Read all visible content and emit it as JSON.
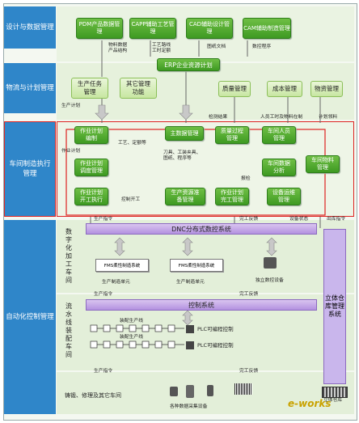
{
  "lanes": {
    "design": "设计与数据管理",
    "logistics": "物流与计划管理",
    "mes": "车间制造执行管理",
    "automation": "自动化控制管理"
  },
  "design": {
    "pdm": "PDM产品数据管理",
    "capp": "CAPP辅助工艺管理",
    "cad": "CAD辅助设计管理",
    "cam": "CAM辅助制造管理",
    "note_bom": "物料数据\n产品结构",
    "note_route": "工艺路线\n工时定额",
    "note_drawing": "图纸文档",
    "note_nc": "数控程序",
    "erp": "ERP企业资源计划"
  },
  "logistics": {
    "task": "生产任务\n管理",
    "other": "其它管理\n功能",
    "quality": "质量管理",
    "cost": "成本管理",
    "material": "物资管理",
    "note_plan": "生产计划",
    "note_check": "检测结果",
    "note_labor": "人员工时及物料在制",
    "note_reqs": "计划领料"
  },
  "mes": {
    "plan_prep": "作业计划\n编制",
    "plan_adjust": "作业计划\n调度管理",
    "plan_dispatch": "作业计划\n开工执行",
    "master": "主数据管理",
    "resource": "生产资源准\n备管理",
    "quality_proc": "质量过程\n管理",
    "plan_finish": "作业计划\n完工管理",
    "personnel": "车间人员\n管理",
    "analysis": "车间数据\n分析",
    "equipment": "设备运维\n管理",
    "material": "车间物料\n管理",
    "note_workshop_plan": "作业计划",
    "note_proc": "工艺、定额等",
    "note_tools": "刀具、工装夹具、\n图纸、程序等",
    "note_feedback": "报检",
    "note_start": "控制开工"
  },
  "dnc": {
    "title": "DNC分布式数控系统",
    "vlabel": "数字化加工车间",
    "fms1": "FMS柔性制造系统",
    "fms2": "FMS柔性制造系统",
    "cell1": "生产制造单元",
    "cell2": "生产制造单元",
    "standalone": "独立数控设备",
    "note_order": "生产指令",
    "note_done": "完工反馈",
    "note_status": "设备状态",
    "note_out": "出库指令"
  },
  "assembly": {
    "control": "控制系统",
    "vlabel": "流水线装配车间",
    "line1": "装配生产线",
    "line2": "装配生产线",
    "plc1": "PLC可编程控制",
    "plc2": "PLC可编程控制",
    "note_order": "生产指令",
    "note_done": "完工反馈"
  },
  "other": {
    "label": "铸锻、修理及其它车间",
    "devices": "各种数据采集设备",
    "note_order": "生产指令",
    "note_done": "完工反馈"
  },
  "warehouse": {
    "system": "立体仓库管理系统",
    "icon_label": "立体仓库"
  },
  "watermark": "e-works"
}
